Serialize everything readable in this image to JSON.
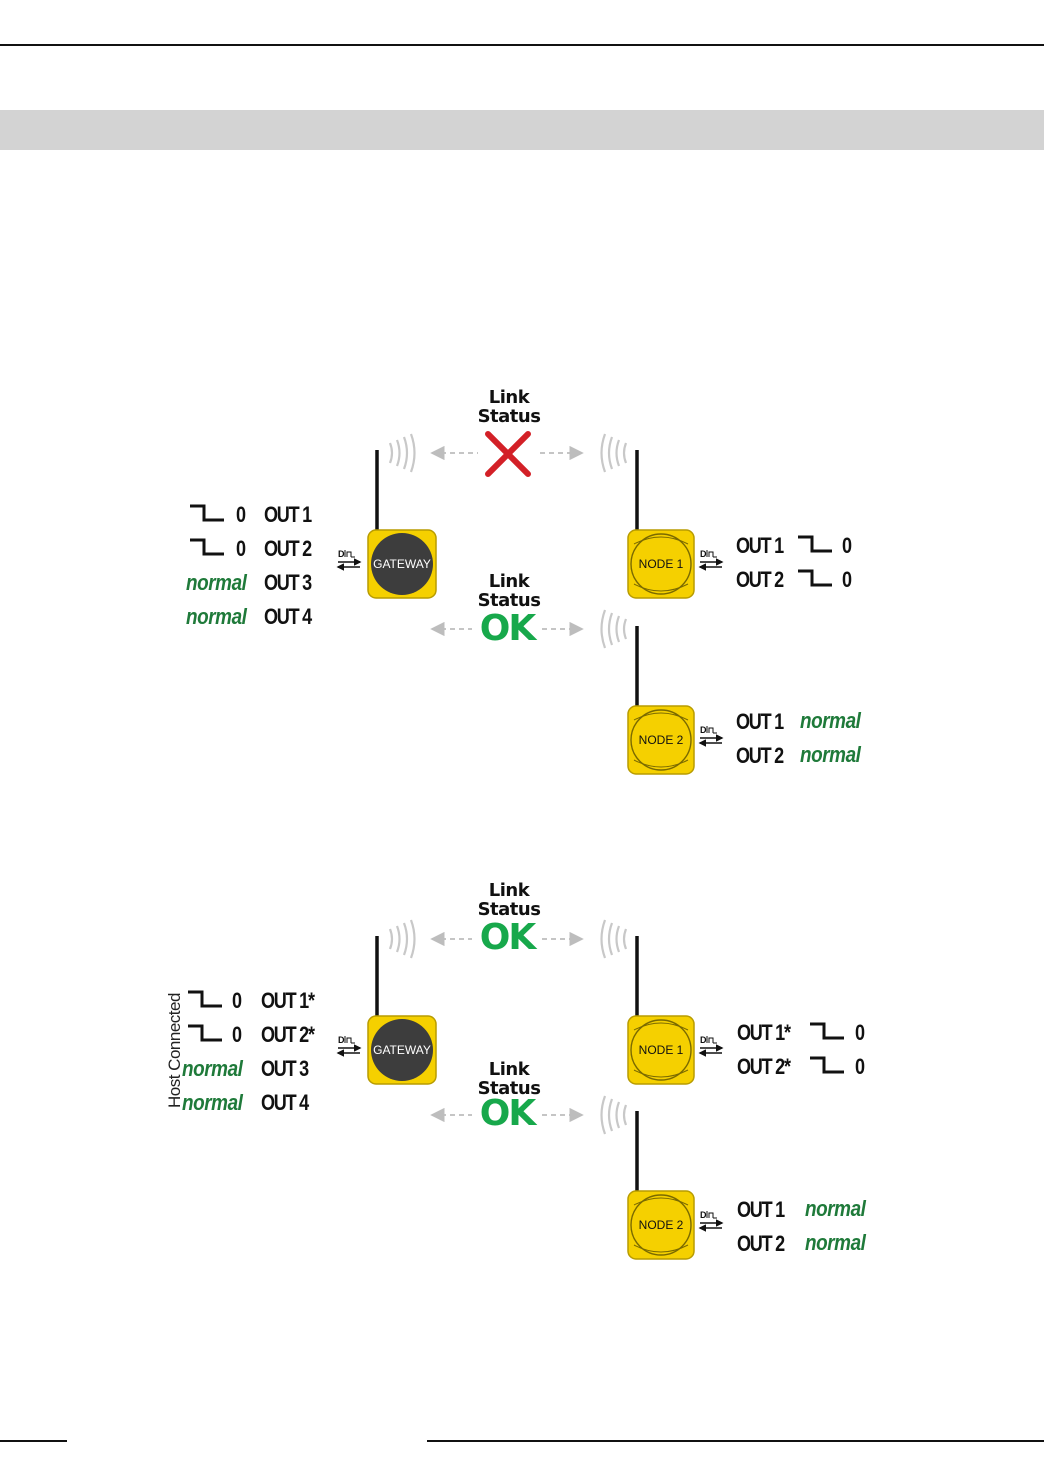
{
  "diagram_top": {
    "link_label_1": "Link\nStatus",
    "link_label_2": "Link\nStatus",
    "link_ok": "OK",
    "gateway": "GATEWAY",
    "node1": "NODE 1",
    "node2": "NODE 2",
    "gw_outputs": [
      "OUT 1",
      "OUT 2",
      "OUT 3",
      "OUT 4"
    ],
    "gw_states": [
      "0",
      "0",
      "normal",
      "normal"
    ],
    "node1_outputs": [
      "OUT 1",
      "OUT 2"
    ],
    "node1_states": [
      "0",
      "0"
    ],
    "node2_outputs": [
      "OUT 1",
      "OUT 2"
    ],
    "node2_states": [
      "normal",
      "normal"
    ]
  },
  "diagram_bottom": {
    "link_label_1": "Link\nStatus",
    "link_label_2": "Link\nStatus",
    "link_ok_1": "OK",
    "link_ok_2": "OK",
    "gateway": "GATEWAY",
    "node1": "NODE 1",
    "node2": "NODE 2",
    "host_label": "Host Connected",
    "gw_outputs": [
      "OUT 1*",
      "OUT 2*",
      "OUT 3",
      "OUT 4"
    ],
    "gw_states": [
      "0",
      "0",
      "normal",
      "normal"
    ],
    "node1_outputs": [
      "OUT 1*",
      "OUT 2*"
    ],
    "node1_states": [
      "0",
      "0"
    ],
    "node2_outputs": [
      "OUT 1",
      "OUT 2"
    ],
    "node2_states": [
      "normal",
      "normal"
    ]
  },
  "colors": {
    "device_yellow": "#f5d000",
    "gateway_face": "#3d3d3d",
    "ok_green": "#17a84b",
    "normal_green": "#1f7a3a",
    "fail_red": "#d32027",
    "link_gray": "#bdbdbd"
  }
}
